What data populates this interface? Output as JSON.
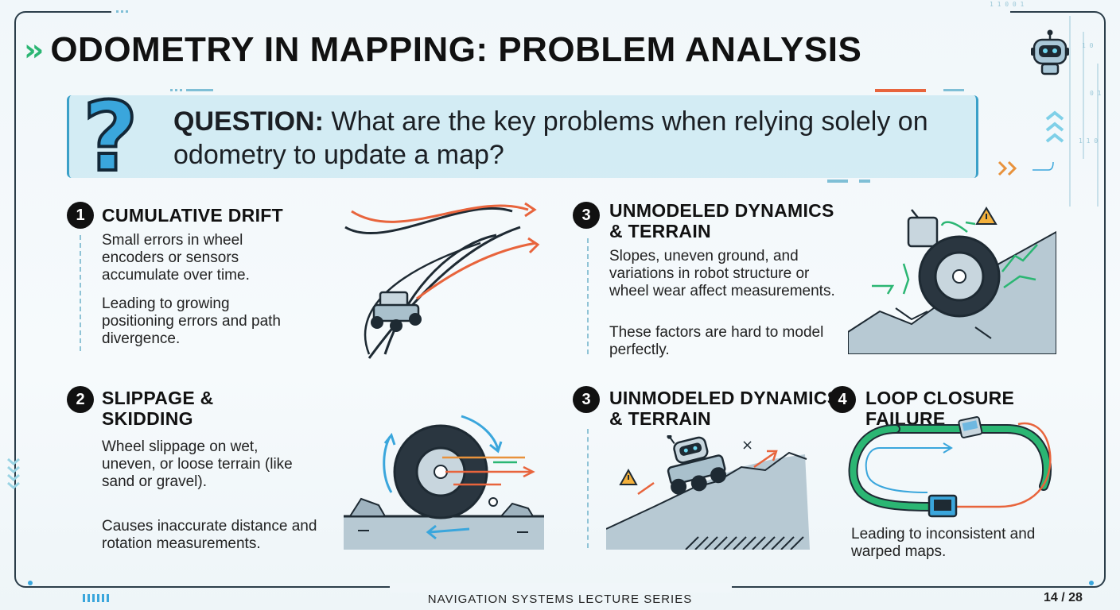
{
  "header": {
    "title": "ODOMETRY IN MAPPING: PROBLEM ANALYSIS"
  },
  "question": {
    "label": "QUESTION:",
    "text": " What are the key problems when relying solely on odometry to update a map?"
  },
  "sections": [
    {
      "number": "1",
      "title": "CUMULATIVE DRIFT",
      "body1": "Small errors in wheel encoders or sensors accumulate over time.",
      "body2": "Leading to growing positioning errors and path divergence."
    },
    {
      "number": "2",
      "title": "SLIPPAGE & SKIDDING",
      "body1": "Wheel slippage on wet, uneven, or loose terrain (like sand or gravel).",
      "body2": "Causes inaccurate distance and rotation measurements."
    },
    {
      "number": "3",
      "title": "UNMODELED DYNAMICS & TERRAIN",
      "body1": "Slopes, uneven ground, and variations in robot structure or wheel wear affect measurements.",
      "body2": "These factors are hard to model perfectly."
    },
    {
      "number": "3",
      "title": "UINMODELED DYNAMICS & TERRAIN"
    },
    {
      "number": "4",
      "title": "LOOP CLOSURE FAILURE",
      "body1": "Leading to inconsistent and warped maps."
    }
  ],
  "footer": {
    "series": "NAVIGATION SYSTEMS LECTURE SERIES",
    "page": "14 / 28"
  },
  "colors": {
    "accent_green": "#2bb673",
    "accent_blue": "#3aa6dc",
    "accent_orange": "#e8643c",
    "frame": "#2c3e4a"
  }
}
